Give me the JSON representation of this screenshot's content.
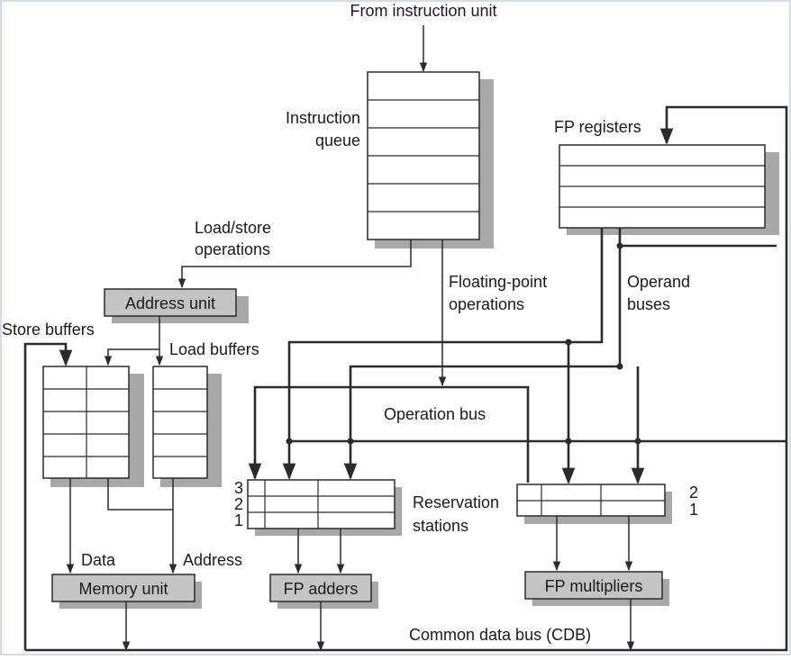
{
  "labels": {
    "from_instruction_unit": "From instruction unit",
    "instruction_queue_1": "Instruction",
    "instruction_queue_2": "queue",
    "fp_registers": "FP registers",
    "load_store_1": "Load/store",
    "load_store_2": "operations",
    "fp_ops_1": "Floating-point",
    "fp_ops_2": "operations",
    "operand_buses_1": "Operand",
    "operand_buses_2": "buses",
    "address_unit": "Address unit",
    "store_buffers": "Store buffers",
    "load_buffers": "Load buffers",
    "operation_bus": "Operation bus",
    "reservation_stations_1": "Reservation",
    "reservation_stations_2": "stations",
    "rs_adder_3": "3",
    "rs_adder_2": "2",
    "rs_adder_1": "1",
    "rs_mult_2": "2",
    "rs_mult_1": "1",
    "data": "Data",
    "address": "Address",
    "memory_unit": "Memory unit",
    "fp_adders": "FP adders",
    "fp_multipliers": "FP multipliers",
    "cdb": "Common data bus (CDB)"
  },
  "colors": {
    "line": "#2b2b2b",
    "box_fill": "#ffffff",
    "unit_fill": "#c4c4c4",
    "shadow": "#a8a8a8",
    "frame": "#d7dce3"
  }
}
